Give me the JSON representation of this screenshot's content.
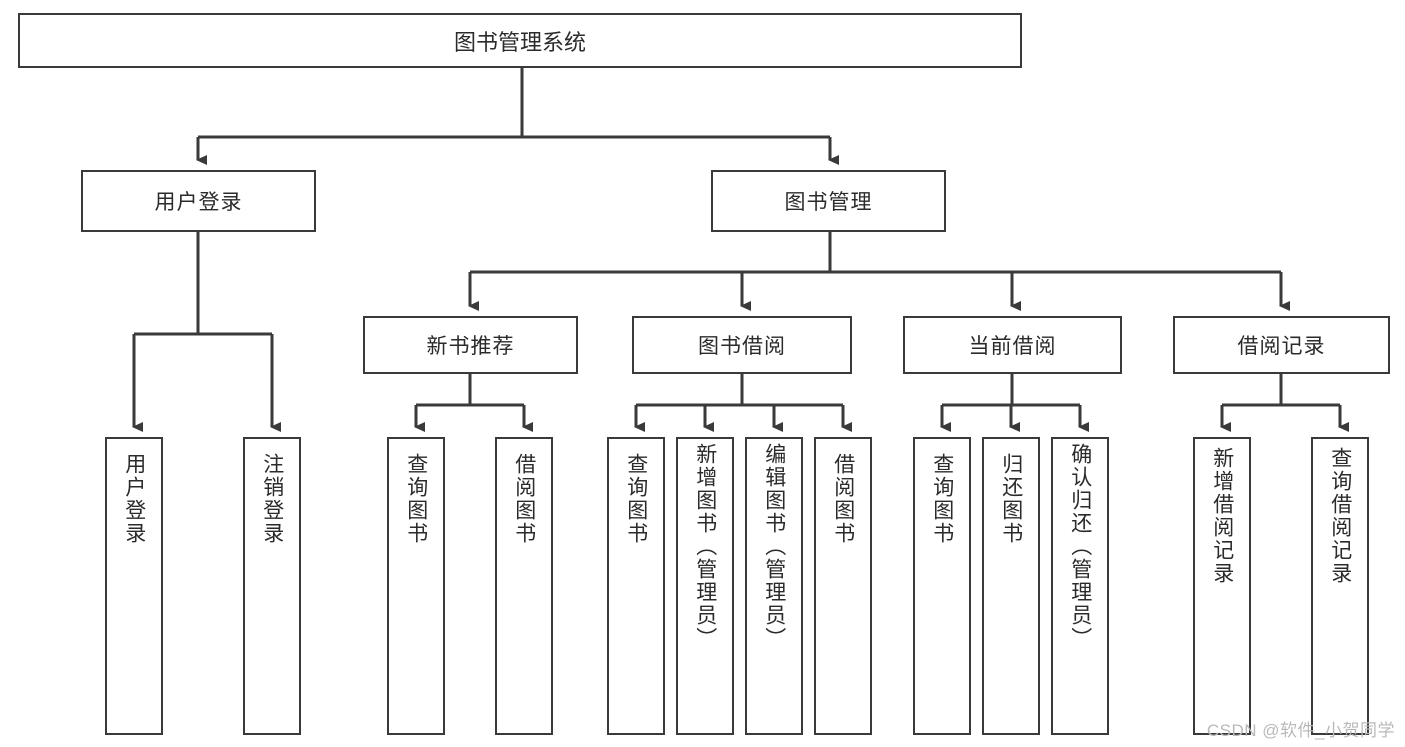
{
  "diagram": {
    "title": "图书管理系统",
    "type": "tree-hierarchy-diagram",
    "colors": {
      "stroke": "#3a3a3a",
      "fill": "#ffffff",
      "text": "#2b2b2b",
      "watermark": "#b9b9b9",
      "background": "#ffffff"
    },
    "root": {
      "label": "图书管理系统"
    },
    "level2": [
      {
        "label": "用户登录"
      },
      {
        "label": "图书管理"
      }
    ],
    "level3": [
      {
        "label": "新书推荐"
      },
      {
        "label": "图书借阅"
      },
      {
        "label": "当前借阅"
      },
      {
        "label": "借阅记录"
      }
    ],
    "leaves": {
      "user_login": [
        {
          "label": "用户登录"
        },
        {
          "label": "注销登录"
        }
      ],
      "new_book": [
        {
          "label": "查询图书"
        },
        {
          "label": "借阅图书"
        }
      ],
      "book_borrow": [
        {
          "label": "查询图书"
        },
        {
          "label": "新增图书（管理员）"
        },
        {
          "label": "编辑图书（管理员）"
        },
        {
          "label": "借阅图书"
        }
      ],
      "current_borrow": [
        {
          "label": "查询图书"
        },
        {
          "label": "归还图书"
        },
        {
          "label": "确认归还（管理员）"
        }
      ],
      "borrow_record": [
        {
          "label": "新增借阅记录"
        },
        {
          "label": "查询借阅记录"
        }
      ]
    }
  },
  "watermark": {
    "text": "CSDN @软件_小贺同学"
  }
}
